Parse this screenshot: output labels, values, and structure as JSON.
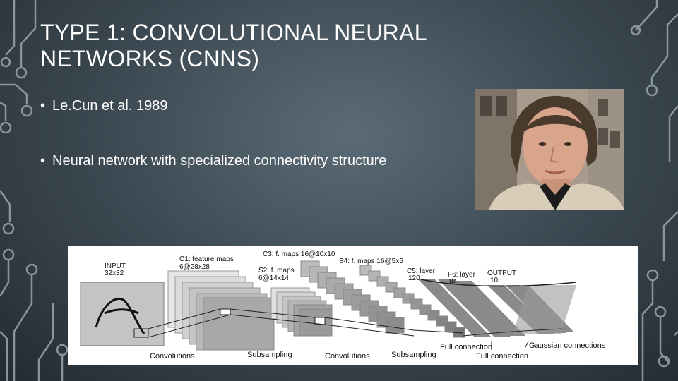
{
  "slide": {
    "title": "TYPE 1: CONVOLUTIONAL NEURAL NETWORKS (CNNS)",
    "bullets": [
      {
        "text": "Le.Cun et al. 1989"
      },
      {
        "text": "Neural network with specialized connectivity structure"
      }
    ],
    "bullet_glyph": "•"
  },
  "photo": {
    "subject": "portrait of a man",
    "icon": "person-photo"
  },
  "diagram": {
    "layer_labels": {
      "input": "INPUT",
      "input_size": "32x32",
      "c1": "C1: feature maps",
      "c1_size": "6@28x28",
      "c3": "C3: f. maps 16@10x10",
      "s2": "S2: f. maps",
      "s2_size": "6@14x14",
      "s4": "S4: f. maps 16@5x5",
      "c5": "C5: layer",
      "c5_size": "120",
      "f6": "F6: layer",
      "f6_size": "84",
      "output": "OUTPUT",
      "output_size": "10"
    },
    "operation_labels": {
      "conv1": "Convolutions",
      "sub1": "Subsampling",
      "conv2": "Convolutions",
      "sub2": "Subsampling",
      "full1": "Full connection",
      "full2": "Full connection",
      "gaussian": "Gaussian connections"
    },
    "input_letter": "A"
  },
  "colors": {
    "background": "#3f4c55",
    "circuit_lines": "#9aa6ad",
    "text": "#ffffff"
  }
}
